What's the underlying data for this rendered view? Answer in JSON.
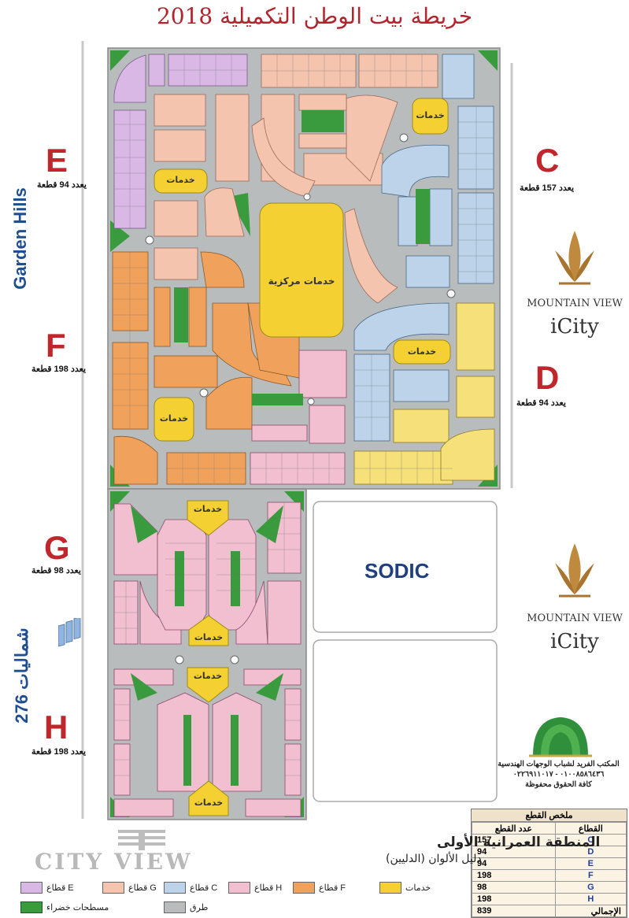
{
  "title": "خريطة بيت الوطن التكميلية 2018",
  "side_labels": {
    "garden_hills": "Garden Hills",
    "north_276": "276 شماليات"
  },
  "sectors": {
    "E": {
      "letter": "E",
      "count": "يعدد 94 قطعة"
    },
    "F": {
      "letter": "F",
      "count": "يعدد 198 قطعة"
    },
    "G": {
      "letter": "G",
      "count": "يعدد 98 قطعة"
    },
    "H": {
      "letter": "H",
      "count": "يعدد 198 قطعة"
    },
    "C": {
      "letter": "C",
      "count": "يعدد 157 قطعة"
    },
    "D": {
      "letter": "D",
      "count": "يعدد 94 قطعة"
    }
  },
  "mountain_view": {
    "name": "MOUNTAIN VIEW",
    "city": "iCity"
  },
  "sodic": "SODIC",
  "map_labels": {
    "services": "خدمات",
    "central_services": "خدمات مركزية"
  },
  "credit": {
    "office": "المكتب الفريد لشباب الوجهات الهندسية",
    "phones": "٠١٠٠٨٥٨٦٤٣٦ - ٠٢٢٦٩١١٠١٧",
    "rights": "كافة الحقوق محفوظة"
  },
  "zone_title": "المنطقة العمرانية الأولى",
  "guide_title": "دليل الألوان (الدليين)",
  "watermark": "CITY VIEW",
  "legend": [
    {
      "label": "قطاع E",
      "color": "#d9b8e6"
    },
    {
      "label": "قطاع G",
      "color": "#f4c4ae"
    },
    {
      "label": "قطاع C",
      "color": "#bcd3ea"
    },
    {
      "label": "قطاع H",
      "color": "#f2bfd0"
    },
    {
      "label": "قطاع F",
      "color": "#f0a25c"
    },
    {
      "label": "خدمات",
      "color": "#f5d033"
    },
    {
      "label": "مسطحات خضراء",
      "color": "#3a9a3e"
    },
    {
      "label": "طرق",
      "color": "#b9bcbc"
    }
  ],
  "summary": {
    "title": "ملخص القطع",
    "col_sector": "القطاع",
    "col_count": "عدد القطع",
    "rows": [
      {
        "sector": "C",
        "count": "157"
      },
      {
        "sector": "D",
        "count": "94"
      },
      {
        "sector": "E",
        "count": "94"
      },
      {
        "sector": "F",
        "count": "198"
      },
      {
        "sector": "G",
        "count": "98"
      },
      {
        "sector": "H",
        "count": "198"
      }
    ],
    "total_label": "الإجمالي",
    "total": "839"
  },
  "colors": {
    "road": "#b9bcbc",
    "green": "#3a9a3e",
    "services": "#f5d033",
    "sector_E": "#d9b8e6",
    "sector_G": "#f4c4ae",
    "sector_C": "#bcd3ea",
    "sector_H": "#f2bfd0",
    "sector_F": "#f0a25c",
    "sector_D": "#f5e07a",
    "title_red": "#b0252e"
  }
}
